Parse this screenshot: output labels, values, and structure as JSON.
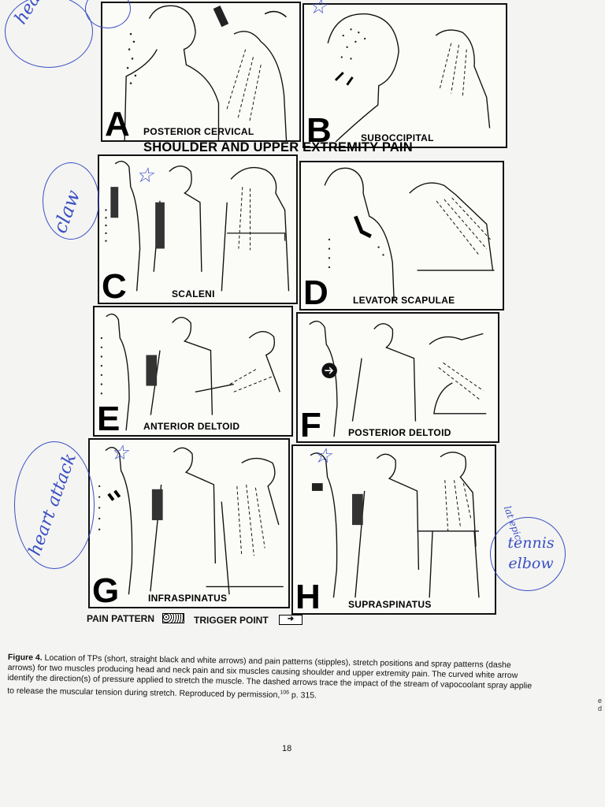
{
  "section_title": "SHOULDER AND UPPER EXTREMITY PAIN",
  "panels": [
    {
      "letter": "A",
      "name": "POSTERIOR CERVICAL"
    },
    {
      "letter": "B",
      "name": "SUBOCCIPITAL"
    },
    {
      "letter": "C",
      "name": "SCALENI"
    },
    {
      "letter": "D",
      "name": "LEVATOR SCAPULAE"
    },
    {
      "letter": "E",
      "name": "ANTERIOR DELTOID"
    },
    {
      "letter": "F",
      "name": "POSTERIOR DELTOID"
    },
    {
      "letter": "G",
      "name": "INFRASPINATUS"
    },
    {
      "letter": "H",
      "name": "SUPRASPINATUS"
    }
  ],
  "legend": {
    "pain_pattern": "PAIN PATTERN",
    "trigger_point": "TRIGGER POINT"
  },
  "caption": {
    "label": "Figure 4.",
    "line1": "Location of TPs (short, straight black and white arrows) and pain patterns (stipples), stretch positions and spray patterns (dashe",
    "line2": "arrows) for two muscles producing head and neck pain and six muscles causing shoulder and upper extremity pain. The curved white arrow",
    "line3": "identify the direction(s) of pressure applied to stretch the muscle. The dashed arrows trace the impact of the stream of vapocoolant spray applie",
    "line4": "to release the muscular tension during stretch. Reproduced by permission,",
    "citation": "106",
    "page_ref": "p. 315."
  },
  "page_number": "18",
  "handwriting": {
    "headache": "headache",
    "claw": "claw",
    "heart_attack": "heart attack",
    "tennis_elbow": "tennis elbow",
    "lat_epic": "lat epic"
  },
  "corner_fragment": "e\nd",
  "colors": {
    "ink": "#111111",
    "pen": "#3a4fc4",
    "paper": "#f4f4f2"
  }
}
